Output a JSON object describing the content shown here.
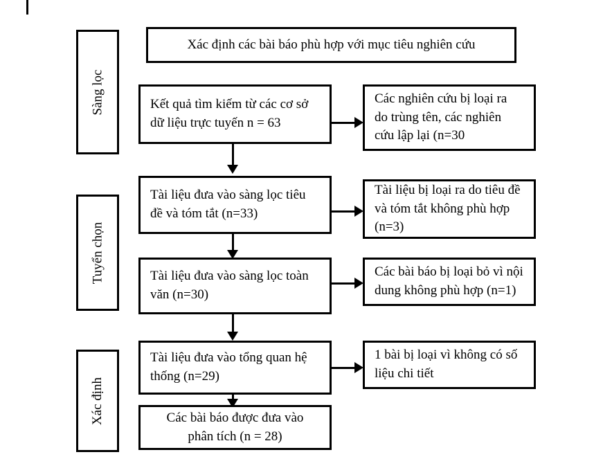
{
  "diagram": {
    "type": "prisma-flow-diagram",
    "language": "vi",
    "title_box": {
      "label": "Xác định các bài báo phù hợp với mục tiêu nghiên cứu"
    },
    "stages": [
      {
        "id": "sang-loc",
        "label": "Sàng lọc"
      },
      {
        "id": "tuyen-chon",
        "label": "Tuyển chọn"
      },
      {
        "id": "xac-dinh",
        "label": "Xác định"
      }
    ],
    "main_boxes": [
      {
        "id": "search-results",
        "label": "Kết quả tìm kiếm từ các cơ sở\ndữ liệu trực tuyến n = 63",
        "count": 63
      },
      {
        "id": "title-abstract-screening",
        "label": "Tài liệu đưa vào sàng lọc tiêu\nđề và tóm tắt (n=33)",
        "count": 33
      },
      {
        "id": "fulltext-screening",
        "label": "Tài liệu đưa vào sàng lọc toàn\nvăn (n=30)",
        "count": 30
      },
      {
        "id": "systematic-review",
        "label": "Tài liệu đưa vào tổng quan hệ\nthống (n=29)",
        "count": 29
      },
      {
        "id": "included-analysis",
        "label": "Các bài báo được đưa vào\nphân tích (n = 28)",
        "count": 28
      }
    ],
    "exclusion_boxes": [
      {
        "id": "duplicates-excluded",
        "label": "Các nghiên cứu bị loại ra\ndo trùng tên, các nghiên\ncứu lập lại (n=30",
        "count": 30
      },
      {
        "id": "title-abstract-excluded",
        "label": "Tài liệu bị loại ra do tiêu đề\nvà tóm tắt không phù hợp\n(n=3)",
        "count": 3
      },
      {
        "id": "content-excluded",
        "label": "Các bài báo bị loại bỏ vì nội\ndung không phù hợp (n=1)",
        "count": 1
      },
      {
        "id": "no-detail-data-excluded",
        "label": "1 bài bị loại vì không có số\nliệu chi tiết",
        "count": 1
      }
    ],
    "colors": {
      "stroke": "#000000",
      "background": "#ffffff",
      "text": "#000000"
    }
  }
}
